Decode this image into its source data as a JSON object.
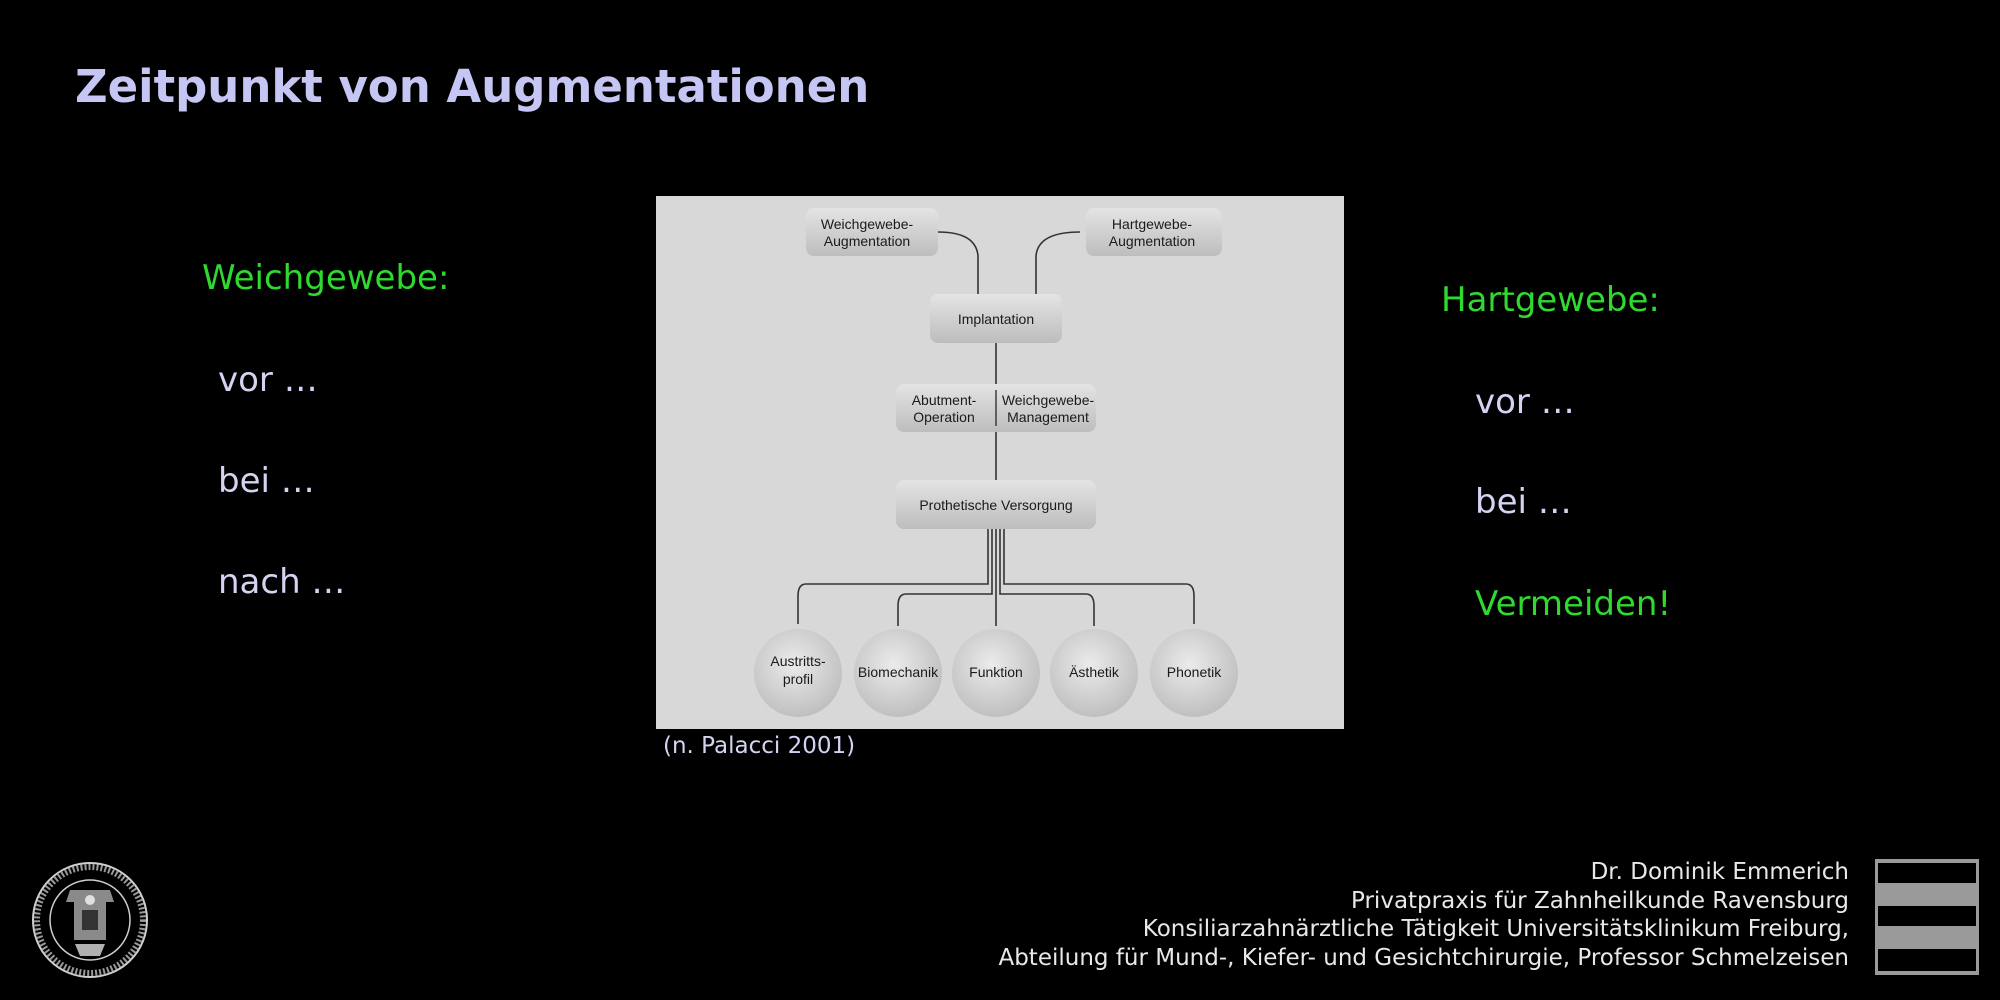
{
  "title": "Zeitpunkt von Augmentationen",
  "left_column": {
    "heading": "Weichgewebe:",
    "items": [
      "vor …",
      "bei …",
      "nach …"
    ]
  },
  "right_column": {
    "heading": "Hartgewebe:",
    "items": [
      "vor …",
      "bei …"
    ],
    "emphasis": "Vermeiden!"
  },
  "diagram": {
    "top_left_box": [
      "Weichgewebe-",
      "Augmentation"
    ],
    "top_right_box": [
      "Hartgewebe-",
      "Augmentation"
    ],
    "implantation": "Implantation",
    "abutment_box": [
      "Abutment-",
      "Operation"
    ],
    "management_box": [
      "Weichgewebe-",
      "Management"
    ],
    "prosthetic": "Prothetische Versorgung",
    "circles": [
      [
        "Austritts-",
        "profil"
      ],
      [
        "Biomechanik"
      ],
      [
        "Funktion"
      ],
      [
        "Ästhetik"
      ],
      [
        "Phonetik"
      ]
    ]
  },
  "caption": "(n. Palacci 2001)",
  "footer": {
    "lines": [
      "Dr. Dominik Emmerich",
      "Privatpraxis für Zahnheilkunde Ravensburg",
      "Konsiliarzahnärztliche Tätigkeit Universitätsklinikum Freiburg,",
      "Abteilung  für Mund-, Kiefer- und Gesichtchirurgie, Professor Schmelzeisen"
    ]
  },
  "colors": {
    "title": "#c6c6f5",
    "heading_green": "#2fd92f",
    "item_text": "#d4d4f2",
    "background": "#000000"
  }
}
